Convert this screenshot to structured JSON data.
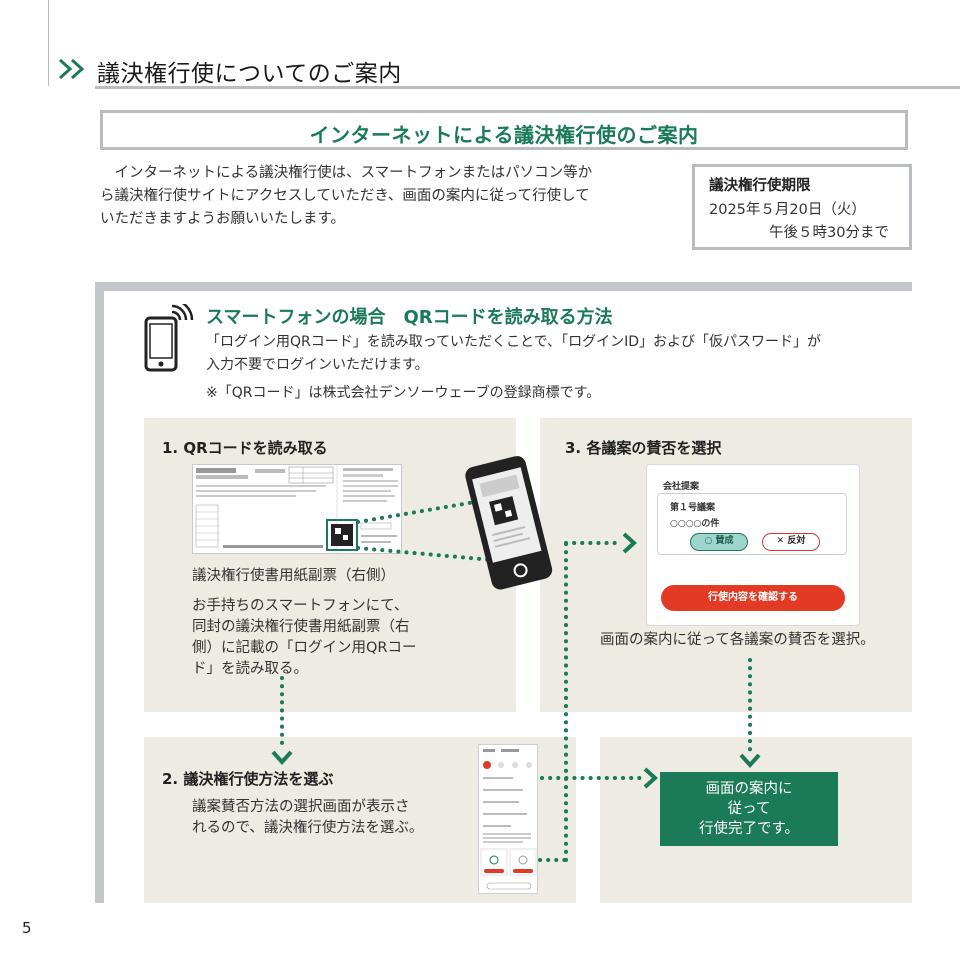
{
  "header": {
    "section_title": "議決権行使についてのご案内"
  },
  "banner": {
    "title": "インターネットによる議決権行使のご案内"
  },
  "intro": {
    "lines": [
      "　インターネットによる議決権行使は、スマートフォンまたはパソコン等か",
      "ら議決権行使サイトにアクセスしていただき、画面の案内に従って行使して",
      "いただきますようお願いいたします。"
    ]
  },
  "deadline": {
    "title": "議決権行使期限",
    "date": "2025年５月20日（火）",
    "time": "午後５時30分まで"
  },
  "smartphone": {
    "title": "スマートフォンの場合　QRコードを読み取る方法",
    "desc_lines": [
      "「ログイン用QRコード」を読み取っていただくことで、「ログインID」および「仮パスワード」が",
      "入力不要でログインいただけます。"
    ],
    "note": "※「QRコード」は株式会社デンソーウェーブの登録商標です。"
  },
  "steps": {
    "step1": {
      "heading": "1. QRコードを読み取る",
      "caption": "議決権行使書用紙副票（右側）",
      "lines": [
        "お手持ちのスマートフォンにて、",
        "同封の議決権行使書用紙副票（右",
        "側）に記載の「ログイン用QRコー",
        "ド」を読み取る。"
      ]
    },
    "step2": {
      "heading": "2. 議決権行使方法を選ぶ",
      "lines": [
        "議案賛否方法の選択画面が表示さ",
        "れるので、議決権行使方法を選ぶ。"
      ]
    },
    "step3": {
      "heading": "3. 各議案の賛否を選択",
      "caption": "画面の案内に従って各議案の賛否を選択。"
    },
    "step4": {
      "lines": [
        "画面の案内に",
        "従って",
        "行使完了です。"
      ]
    }
  },
  "vote_screen": {
    "section_label": "会社提案",
    "item_title": "第１号議案",
    "item_sub": "○○○○の件",
    "yes_label": "○ 賛成",
    "no_label": "✕ 反対",
    "confirm_label": "行使内容を確認する"
  },
  "colors": {
    "accent_green": "#1b7a58",
    "panel_beige": "#eeebe2",
    "border_gray": "#b9bcc0",
    "confirm_red": "#e23a25"
  },
  "page": {
    "number": "5"
  }
}
